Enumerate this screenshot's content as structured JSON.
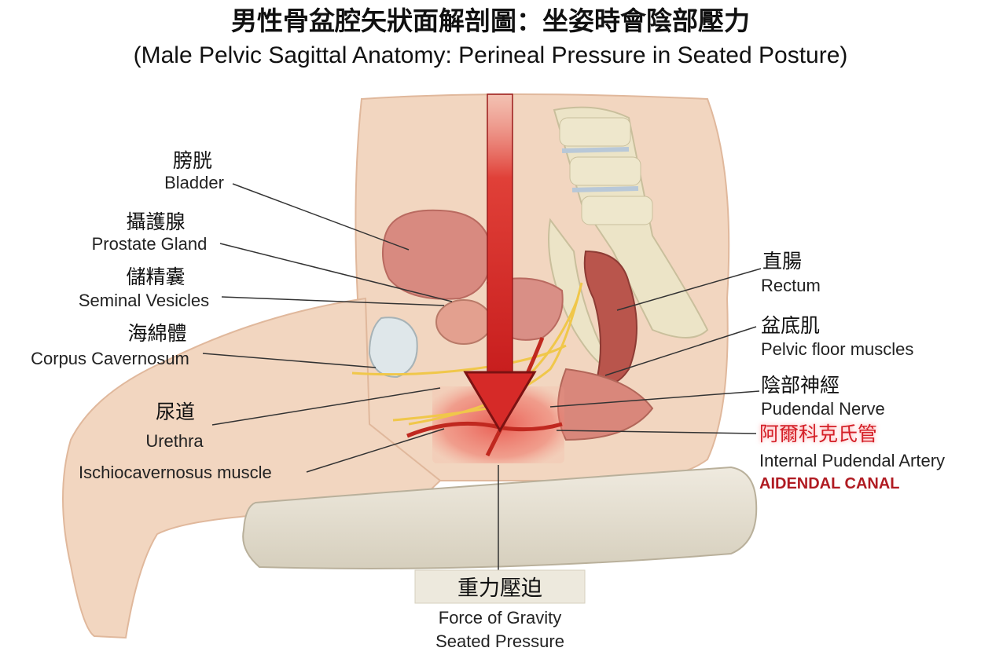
{
  "title": {
    "zh": "男性骨盆腔矢狀面解剖圖：坐姿時會陰部壓力",
    "en": "(Male Pelvic Sagittal Anatomy: Perineal Pressure in Seated Posture)"
  },
  "labels": {
    "bladder": {
      "zh": "膀胱",
      "en": "Bladder"
    },
    "prostate": {
      "zh": "攝護腺",
      "en": "Prostate Gland"
    },
    "seminal": {
      "zh": "儲精囊",
      "en": "Seminal Vesicles"
    },
    "corpus": {
      "zh": "海綿體",
      "en": "Corpus Cavernosum"
    },
    "urethra": {
      "zh": "尿道",
      "en": "Urethra"
    },
    "ischio": {
      "en": "Ischiocavernosus muscle"
    },
    "rectum": {
      "zh": "直腸",
      "en": "Rectum"
    },
    "pelvic_floor": {
      "zh": "盆底肌",
      "en": "Pelvic floor muscles"
    },
    "pudendal_nerve": {
      "zh": "陰部神經",
      "en": "Pudendal Nerve"
    },
    "alcock": {
      "zh": "阿爾科克氏管",
      "en": "Internal Pudendal Artery",
      "canal": "AIDENDAL CANAL"
    },
    "gravity": {
      "zh": "重力壓迫",
      "en": "Force of Gravity",
      "en2": "Seated Pressure"
    }
  },
  "colors": {
    "skin": "#f2d6c0",
    "arrow": "#d62a28",
    "highlight": "#e8544a",
    "nerve": "#f0c74a",
    "artery": "#c0281f",
    "cushion": "#e7e1d1",
    "accent_text": "#d42028"
  }
}
